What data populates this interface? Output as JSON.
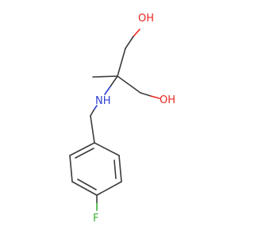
{
  "molecule": {
    "colors": {
      "bond": "#3c3c3c",
      "oxygen": "#e8271f",
      "nitrogen": "#2f3fd1",
      "fluorine": "#3bb034",
      "carbon": "#3c3c3c"
    },
    "atoms": {
      "oh_top": {
        "element": "O",
        "hydrogen": "H",
        "label": "OH"
      },
      "oh_right": {
        "element": "O",
        "hydrogen": "H",
        "label": "OH"
      },
      "amine": {
        "element": "N",
        "hydrogen": "H",
        "label": "NH"
      },
      "fluorine": {
        "element": "F",
        "label": "F"
      }
    }
  }
}
